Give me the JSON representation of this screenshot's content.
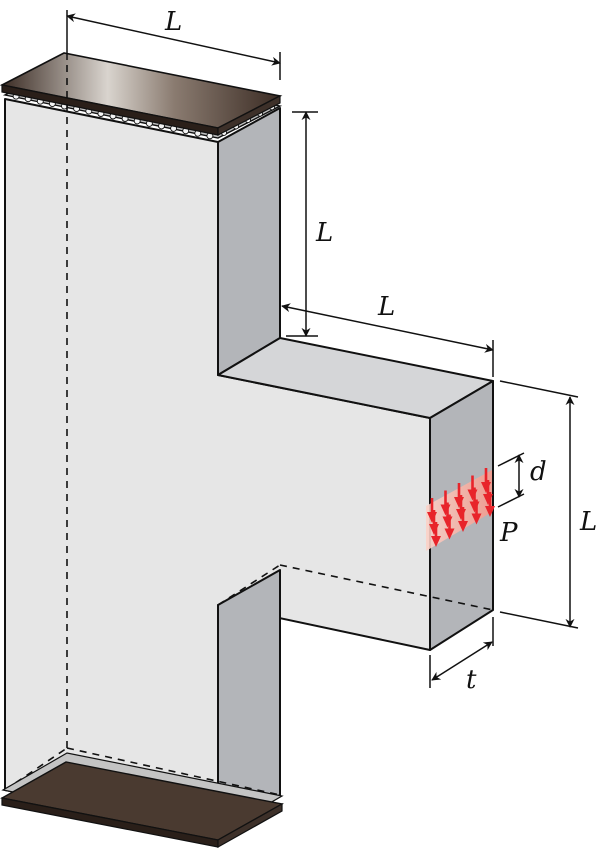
{
  "labels": {
    "plate_width": "L",
    "upper_height": "L",
    "arm_length": "L",
    "arm_height": "L",
    "load_width": "d",
    "load": "P",
    "thickness": "t"
  },
  "colors": {
    "front_face": "#e6e6e6",
    "side_face": "#b3b5b9",
    "top_face": "#d5d6d8",
    "edge": "#111111",
    "load_arrow": "#e8242a",
    "load_glow": "#f6b0a6",
    "plate_dark": "#3b2c24",
    "plate_light": "#ddd8d2",
    "bearing": "#f4f4f4"
  },
  "icons": {
    "load": "distributed-load-arrows",
    "top_support": "roller-plate",
    "bottom_support": "roller-plate"
  }
}
